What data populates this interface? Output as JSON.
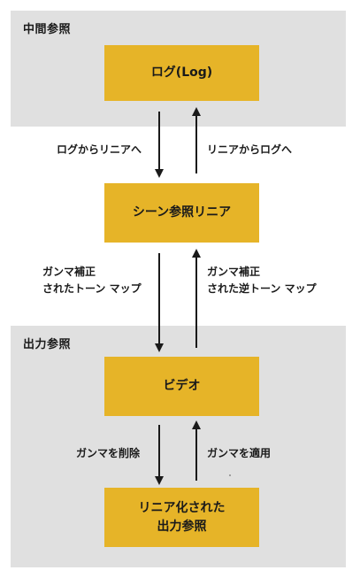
{
  "regions": {
    "intermediate": {
      "label": "中間参照"
    },
    "output": {
      "label": "出力参照"
    }
  },
  "nodes": {
    "log": "ログ(Log)",
    "scene_linear": "シーン参照リニア",
    "video": "ビデオ",
    "linearized_output": "リニア化された\n出力参照"
  },
  "edges": {
    "log_to_linear": "ログからリニアへ",
    "linear_to_log": "リニアからログへ",
    "gamma_and_tonemap": "ガンマ補正\nされたトーン マップ",
    "gamma_and_inverse_tonemap": "ガンマ補正\nされた逆トーン マップ",
    "remove_gamma": "ガンマを削除",
    "apply_gamma": "ガンマを適用"
  },
  "colors": {
    "region_fill": "#e0e0e0",
    "node_fill": "#e6b428",
    "text": "#1a1a1a",
    "arrow": "#1a1a1a"
  }
}
